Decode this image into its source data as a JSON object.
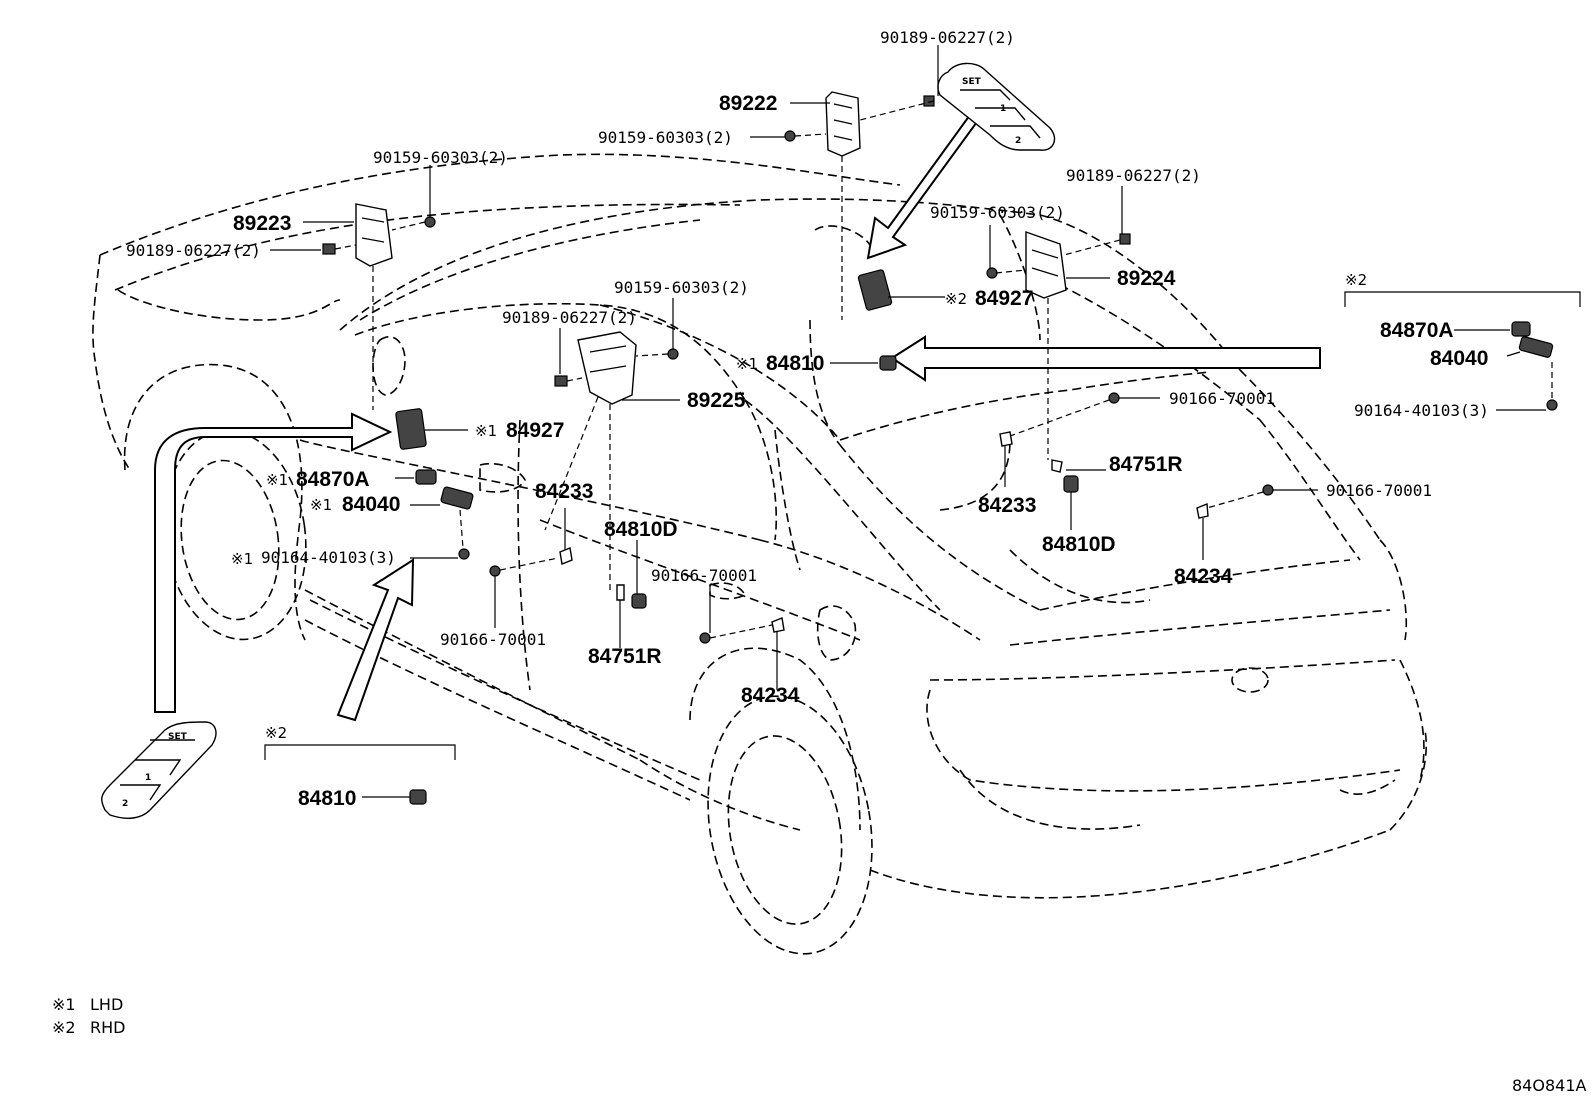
{
  "labels": {
    "p90189_top": "90189-06227(2)",
    "p89222": "89222",
    "p90159_top": "90159-60303(2)",
    "p90159_left": "90159-60303(2)",
    "p89223": "89223",
    "p90189_left": "90189-06227(2)",
    "p90189_right": "90189-06227(2)",
    "p90159_right": "90159-60303(2)",
    "p84927_right": "84927",
    "p89224": "89224",
    "p90159_mid": "90159-60303(2)",
    "p90189_mid": "90189-06227(2)",
    "p84810_mid": "84810",
    "p89225": "89225",
    "p84927_left": "84927",
    "p84870A_left": "84870A",
    "p84040_left": "84040",
    "p90164_left": "90164-40103(3)",
    "p84233_left": "84233",
    "p84810D_left": "84810D",
    "p90166_mid": "90166-70001",
    "p90166_left": "90166-70001",
    "p84751R_left": "84751R",
    "p84234_left": "84234",
    "p84810_bottom": "84810",
    "p90166_right1": "90166-70001",
    "p84751R_right": "84751R",
    "p84233_right": "84233",
    "p84810D_right": "84810D",
    "p90166_right2": "90166-70001",
    "p84234_right": "84234",
    "p84870A_right": "84870A",
    "p84040_right": "84040",
    "p90164_right": "90164-40103(3)"
  },
  "marks": {
    "lhd": "※1",
    "rhd": "※2"
  },
  "switch_labels": {
    "set": "SET",
    "one": "1",
    "two": "2"
  },
  "legend": {
    "lhd_mark": "※1",
    "lhd_text": "LHD",
    "rhd_mark": "※2",
    "rhd_text": "RHD"
  },
  "drawing_id": "84O841A"
}
